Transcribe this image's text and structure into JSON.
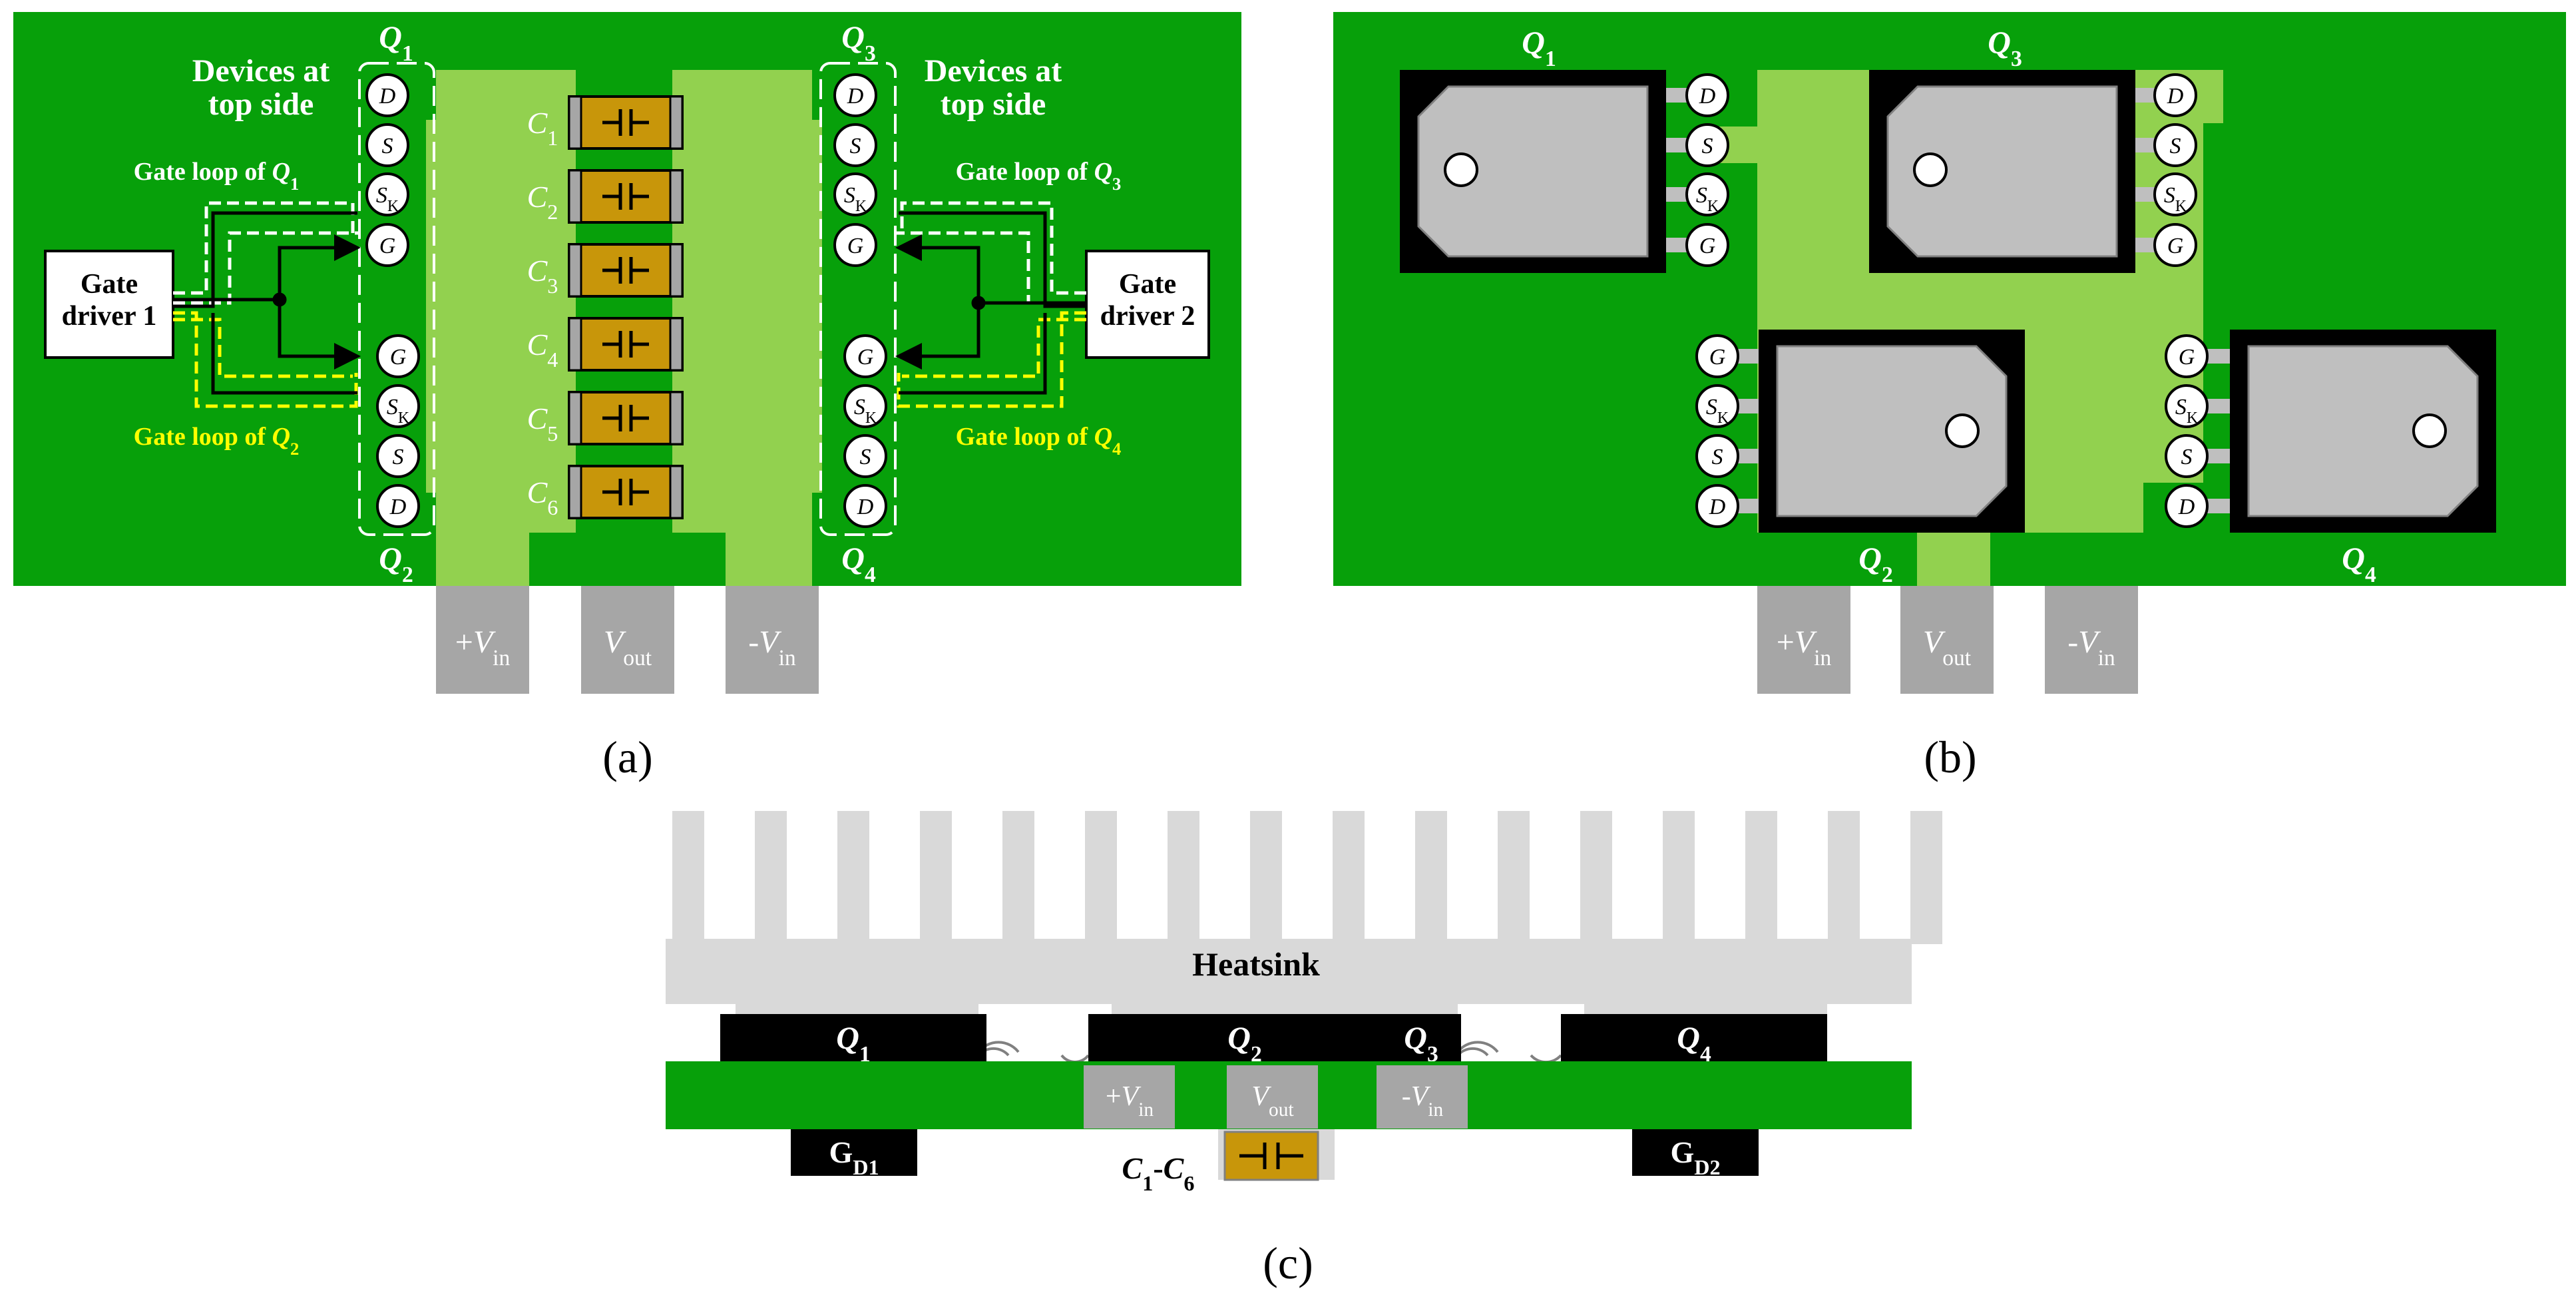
{
  "colors": {
    "pcb_dark": "#07A00A",
    "pcb_light": "#92D14F",
    "terminal": "#A6A6A6",
    "capacitor": "#C8960A",
    "heatsink": "#D9D9D9",
    "loop_q1": "#FFFFFF",
    "loop_q2": "#FFFF00",
    "package_body": "#BFBFBF"
  },
  "panel_a": {
    "caption": "(a)",
    "devices_top_left": [
      "Devices at",
      "top side"
    ],
    "devices_top_right": [
      "Devices at",
      "top side"
    ],
    "q1": "Q1",
    "q2": "Q2",
    "q3": "Q3",
    "q4": "Q4",
    "gate_driver_1": [
      "Gate",
      "driver 1"
    ],
    "gate_driver_2": [
      "Gate",
      "driver 2"
    ],
    "gate_loop_q1": "Gate loop of Q1",
    "gate_loop_q2": "Gate loop of Q2",
    "gate_loop_q3": "Gate loop of Q3",
    "gate_loop_q4": "Gate loop of Q4",
    "capacitors": [
      "C1",
      "C2",
      "C3",
      "C4",
      "C5",
      "C6"
    ],
    "pins_upper": [
      "D",
      "S",
      "SK",
      "G"
    ],
    "pins_lower": [
      "G",
      "SK",
      "S",
      "D"
    ],
    "terminals": [
      "+Vin",
      "Vout",
      "-Vin"
    ]
  },
  "panel_b": {
    "caption": "(b)",
    "q1": "Q1",
    "q2": "Q2",
    "q3": "Q3",
    "q4": "Q4",
    "pins_upper": [
      "D",
      "S",
      "SK",
      "G"
    ],
    "pins_lower": [
      "G",
      "SK",
      "S",
      "D"
    ],
    "terminals": [
      "+Vin",
      "Vout",
      "-Vin"
    ]
  },
  "panel_c": {
    "caption": "(c)",
    "heatsink": "Heatsink",
    "q1": "Q1",
    "q2": "Q2",
    "q3": "Q3",
    "q4": "Q4",
    "gd1": "GD1",
    "gd2": "GD2",
    "terminals": [
      "+Vin",
      "Vout",
      "-Vin"
    ],
    "caps": "C1-C6"
  }
}
